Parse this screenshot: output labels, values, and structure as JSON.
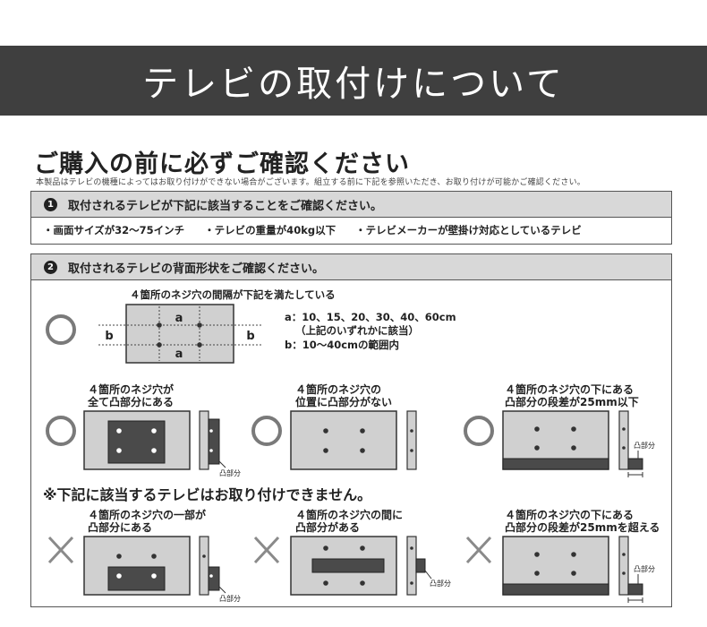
{
  "title": "テレビの取付けについて",
  "heading": "ご購入の前に必ずご確認ください",
  "subnote": "本製品はテレビの機種によってはお取り付けができない場合がございます。組立する前に下記を参照いただき、お取り付けが可能かご確認ください。",
  "section1": {
    "num": "1",
    "label": "取付されるテレビが下記に該当することをご確認ください。",
    "conditions": [
      "・画面サイズが32〜75インチ",
      "・テレビの重量が40kg以下",
      "・テレビメーカーが壁掛け対応としているテレビ"
    ]
  },
  "section2": {
    "num": "2",
    "label": "取付されるテレビの背面形状をご確認ください。",
    "main_caption": "４箇所のネジ穴の間隔が下記を満たしている",
    "dim_a": "a",
    "dim_b": "b",
    "spec_a": "a：10、15、20、30、40、60cm",
    "spec_a_note": "（上記のいずれかに該当）",
    "spec_b": "b：10〜40cmの範囲内",
    "ok_marks": [
      "〇",
      "〇",
      "〇",
      "〇"
    ],
    "ng_marks": [
      "✕",
      "✕",
      "✕"
    ],
    "ok": [
      {
        "line1": "４箇所のネジ穴が",
        "line2": "全て凸部分にある"
      },
      {
        "line1": "４箇所のネジ穴の",
        "line2": "位置に凸部分がない"
      },
      {
        "line1": "４箇所のネジ穴の下にある",
        "line2": "凸部分の段差が25mm以下"
      }
    ],
    "warning": "※下記に該当するテレビはお取り付けできません。",
    "ng": [
      {
        "line1": "４箇所のネジ穴の一部が",
        "line2": "凸部分にある"
      },
      {
        "line1": "４箇所のネジ穴の間に",
        "line2": "凸部分がある"
      },
      {
        "line1": "４箇所のネジ穴の下にある",
        "line2": "凸部分の段差が25mmを超える"
      }
    ],
    "protrusion_label": "凸部分"
  }
}
